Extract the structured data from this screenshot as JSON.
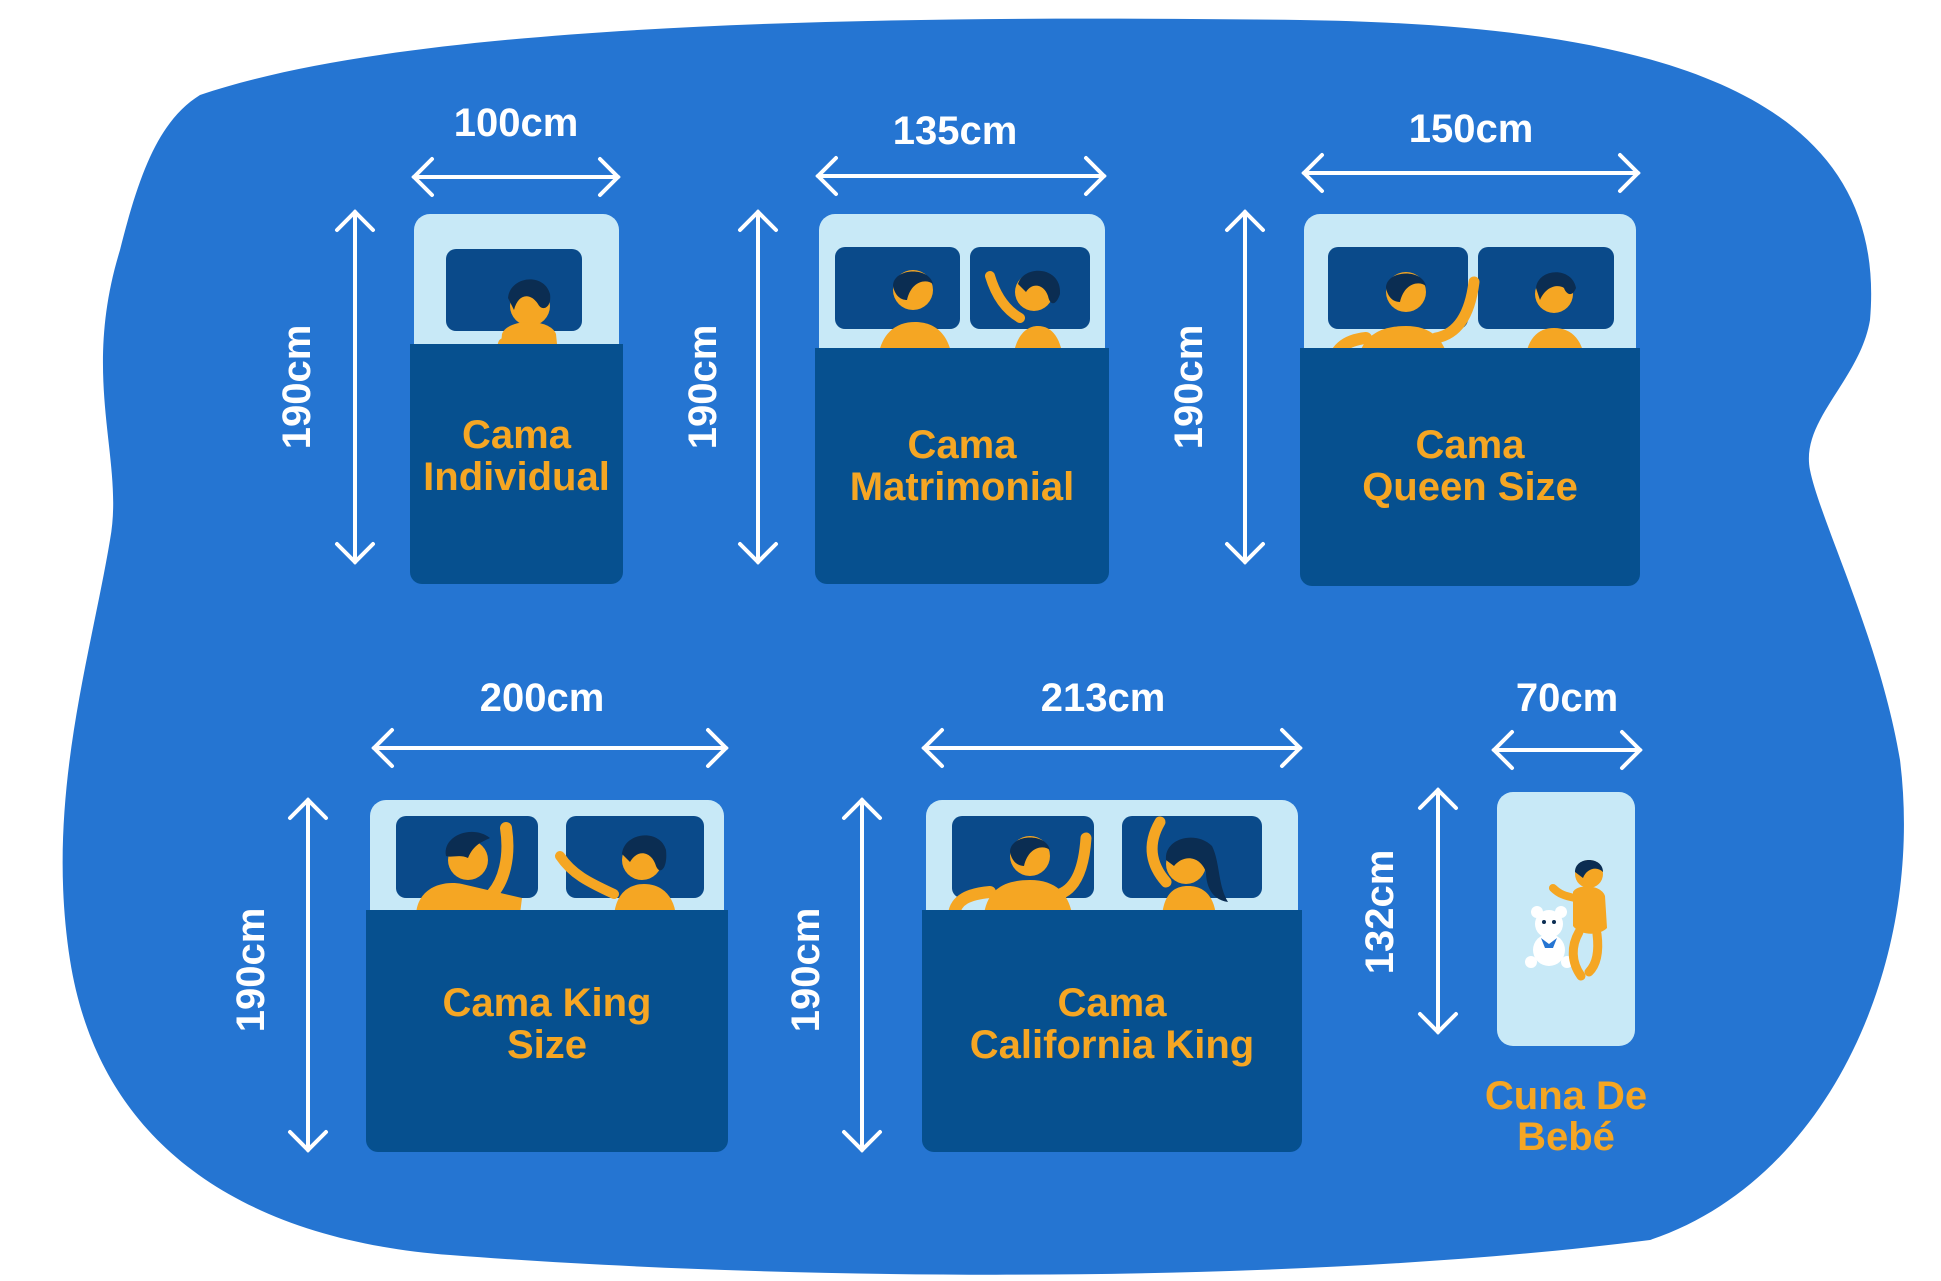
{
  "colors": {
    "background": "#2575d2",
    "label_text": "#ffffff",
    "bed_name": "#f5a623",
    "headboard": "#c8e9f7",
    "pillow": "#0a4a8a",
    "blanket": "#06508f",
    "skin": "#f5a623",
    "hair": "#0b2d52"
  },
  "beds": [
    {
      "name_line1": "Cama",
      "name_line2": "Individual",
      "width": "100cm",
      "length": "190cm"
    },
    {
      "name_line1": "Cama",
      "name_line2": "Matrimonial",
      "width": "135cm",
      "length": "190cm"
    },
    {
      "name_line1": "Cama",
      "name_line2": "Queen Size",
      "width": "150cm",
      "length": "190cm"
    },
    {
      "name_line1": "Cama King",
      "name_line2": "Size",
      "width": "200cm",
      "length": "190cm"
    },
    {
      "name_line1": "Cama",
      "name_line2": "California King",
      "width": "213cm",
      "length": "190cm"
    }
  ],
  "crib": {
    "name_line1": "Cuna De",
    "name_line2": "Bebé",
    "width": "70cm",
    "length": "132cm"
  },
  "icons": [
    "person-icon",
    "baby-icon",
    "teddy-bear-icon",
    "double-arrow-icon"
  ]
}
